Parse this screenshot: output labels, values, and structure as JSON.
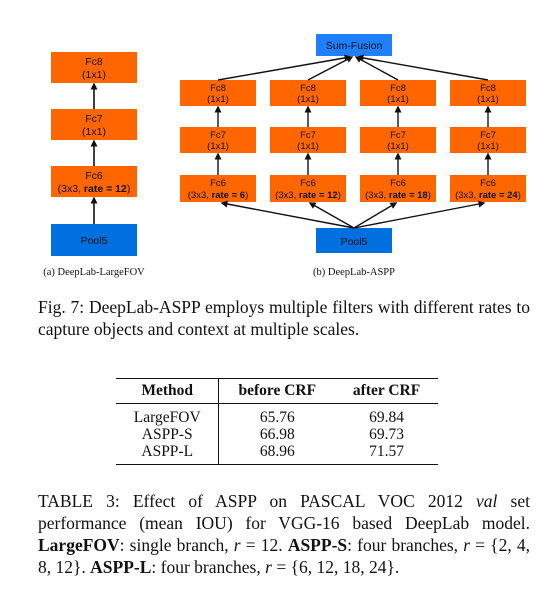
{
  "figure": {
    "left": {
      "boxes": [
        {
          "id": "fc8",
          "line1": "Fc8",
          "line2": "(1x1)"
        },
        {
          "id": "fc7",
          "line1": "Fc7",
          "line2": "(1x1)"
        },
        {
          "id": "fc6",
          "line1": "Fc6",
          "line2_prefix": "(3x3, ",
          "line2_bold": "rate = 12",
          "line2_suffix": ")"
        },
        {
          "id": "pool5",
          "line1": "Pool5"
        }
      ],
      "subcaption": "(a) DeepLab-LargeFOV"
    },
    "right": {
      "sum_fusion": "Sum-Fusion",
      "pool5": "Pool5",
      "branches": [
        {
          "fc8": "Fc8",
          "fc8_kernel": "(1x1)",
          "fc7": "Fc7",
          "fc7_kernel": "(1x1)",
          "fc6": "Fc6",
          "fc6_prefix": "(3x3, ",
          "fc6_bold": "rate = 6",
          "fc6_suffix": ")"
        },
        {
          "fc8": "Fc8",
          "fc8_kernel": "(1x1)",
          "fc7": "Fc7",
          "fc7_kernel": "(1x1)",
          "fc6": "Fc6",
          "fc6_prefix": "(3x3, ",
          "fc6_bold": "rate = 12",
          "fc6_suffix": ")"
        },
        {
          "fc8": "Fc8",
          "fc8_kernel": "(1x1)",
          "fc7": "Fc7",
          "fc7_kernel": "(1x1)",
          "fc6": "Fc6",
          "fc6_prefix": "(3x3, ",
          "fc6_bold": "rate = 18",
          "fc6_suffix": ")"
        },
        {
          "fc8": "Fc8",
          "fc8_kernel": "(1x1)",
          "fc7": "Fc7",
          "fc7_kernel": "(1x1)",
          "fc6": "Fc6",
          "fc6_prefix": "(3x3, ",
          "fc6_bold": "rate = 24",
          "fc6_suffix": ")"
        }
      ],
      "subcaption": "(b) DeepLab-ASPP"
    },
    "colors": {
      "layer": "#ff6600",
      "pool": "#0070e0",
      "fusion": "#1f7fff"
    },
    "caption": "Fig. 7: DeepLab-ASPP employs multiple filters with different rates to capture objects and context at multiple scales."
  },
  "table": {
    "headers": [
      "Method",
      "before CRF",
      "after CRF"
    ],
    "rows": [
      [
        "LargeFOV",
        "65.76",
        "69.84"
      ],
      [
        "ASPP-S",
        "66.98",
        "69.73"
      ],
      [
        "ASPP-L",
        "68.96",
        "71.57"
      ]
    ],
    "caption": {
      "label": "TABLE 3: Effect of ASPP on PASCAL VOC 2012 ",
      "italic": "val",
      "after_italic": " set performance (mean IOU) for VGG-16 based DeepLab model. ",
      "b1": "LargeFOV",
      "t1": ": single branch, ",
      "m1": "r",
      "t1b": " = 12. ",
      "b2": "ASPP-S",
      "t2": ": four branches, ",
      "m2": "r",
      "t2b": " = {2, 4, 8, 12}. ",
      "b3": "ASPP-L",
      "t3": ": four branches, ",
      "m3": "r",
      "t3b": " = {6, 12, 18, 24}."
    }
  }
}
